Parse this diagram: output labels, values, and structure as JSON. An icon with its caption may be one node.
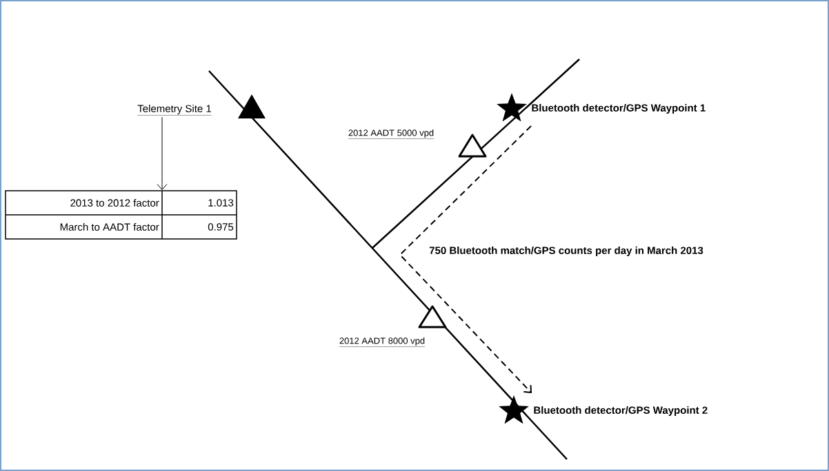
{
  "diagram": {
    "nodes": [
      {
        "text": [
          "Telemetry Site 1"
        ]
      },
      {
        "text": [
          "2013 to 2012 factor",
          "1.013",
          "March to AADT factor",
          "0.975"
        ]
      },
      {
        "text": [],
        "shape": "star",
        "beside": [
          "Bluetooth detector/GPS Waypoint 1"
        ]
      },
      {
        "text": [],
        "shape": "star",
        "beside": [
          "Bluetooth detector/GPS Waypoint 2"
        ]
      }
    ],
    "edges": [
      {
        "from": 0,
        "to": 1,
        "arrow": "to"
      },
      {
        "from": 2,
        "to": 3,
        "arrow": "to",
        "style": "dashed",
        "label": "750 Bluetooth match/GPS counts per day in March 2013"
      }
    ],
    "labels": [
      "2012 AADT 5000 vpd",
      "2012 AADT 8000 vpd"
    ]
  }
}
